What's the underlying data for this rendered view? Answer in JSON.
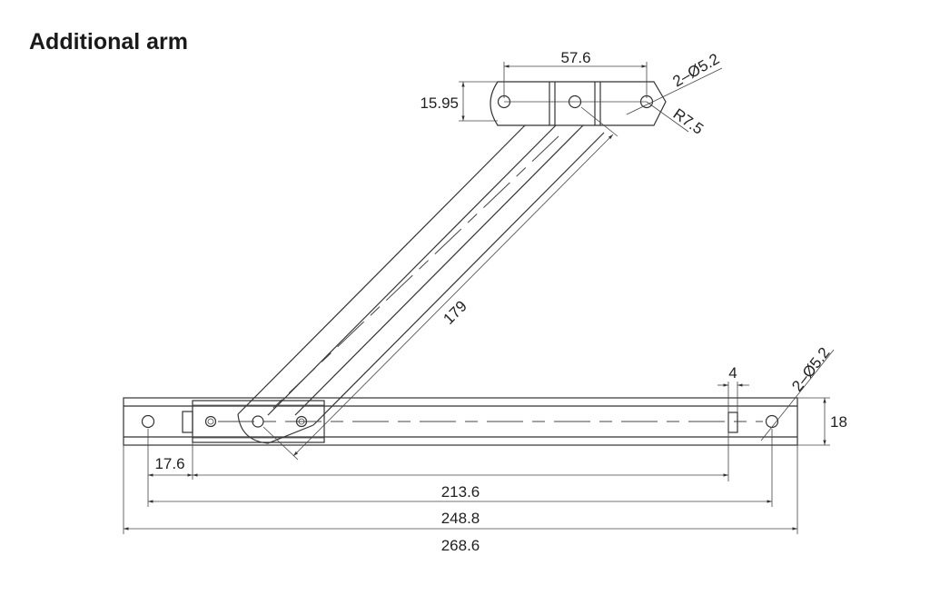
{
  "title": "Additional arm",
  "dimensions": {
    "bracket_hole_spacing": "57.6",
    "bracket_height": "15.95",
    "bracket_holes": "2–Ø5.2",
    "bracket_radius": "R7.5",
    "arm_length": "179",
    "slot_width": "4",
    "rail_holes": "2–Ø5.2",
    "rail_height": "18",
    "offset": "17.6",
    "slider_travel": "213.6",
    "rail_hole_spacing": "248.8",
    "rail_length": "268.6"
  }
}
